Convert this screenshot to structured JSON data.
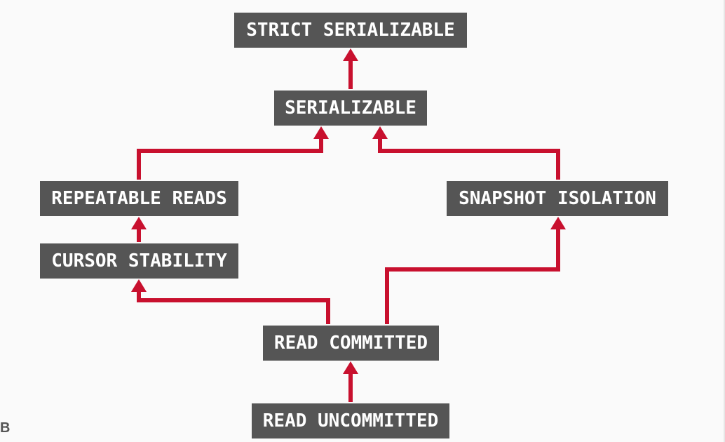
{
  "diagram": {
    "nodes": {
      "strict_serializable": "STRICT SERIALIZABLE",
      "serializable": "SERIALIZABLE",
      "repeatable_reads": "REPEATABLE READS",
      "snapshot_isolation": "SNAPSHOT ISOLATION",
      "cursor_stability": "CURSOR STABILITY",
      "read_committed": "READ COMMITTED",
      "read_uncommitted": "READ UNCOMMITTED"
    },
    "edges": [
      {
        "from": "read_uncommitted",
        "to": "read_committed"
      },
      {
        "from": "read_committed",
        "to": "cursor_stability"
      },
      {
        "from": "read_committed",
        "to": "snapshot_isolation"
      },
      {
        "from": "cursor_stability",
        "to": "repeatable_reads"
      },
      {
        "from": "repeatable_reads",
        "to": "serializable"
      },
      {
        "from": "snapshot_isolation",
        "to": "serializable"
      },
      {
        "from": "serializable",
        "to": "strict_serializable"
      }
    ],
    "colors": {
      "node_fill": "#555555",
      "node_text": "#ffffff",
      "arrow": "#c8102e"
    }
  },
  "corner_logo": {
    "text": "B"
  }
}
